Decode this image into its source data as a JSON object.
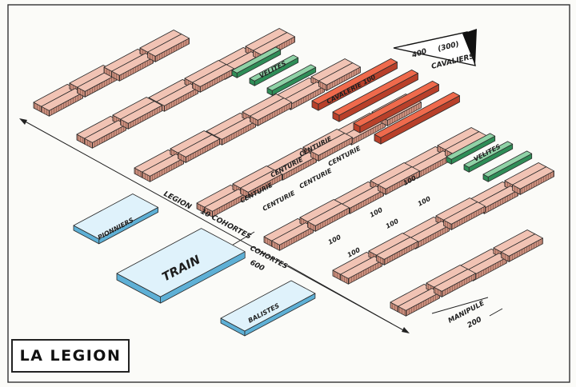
{
  "title": "LA LEGION",
  "labels": {
    "velites": "VELITES",
    "cavalerie": "CAVALERIE 100",
    "cavaliers_count": "400",
    "cavaliers_group": "(300)",
    "cavaliers_word": "CAVALIERS",
    "centurie": "CENTURIE",
    "hundred": "100",
    "legion": "LEGION",
    "cohortes_count": "10 COHORTES",
    "cohortes_word": "COHORTES",
    "cohortes_size": "600",
    "pionniers": "PIONNIERS",
    "train": "TRAIN",
    "balistes": "BALISTES",
    "manipule": "MANIPULE",
    "manipule_size": "200"
  },
  "colors": {
    "century_top": "#f1c3b4",
    "century_side": "#c98f7e",
    "cavalry_top": "#ef6a4c",
    "cavalry_side": "#b8402a",
    "velites_top": "#8fd2a6",
    "velites_side": "#2f8d57",
    "support_top": "#dff2fb",
    "support_side": "#5eb0d6",
    "outline": "#2a2a2a"
  }
}
